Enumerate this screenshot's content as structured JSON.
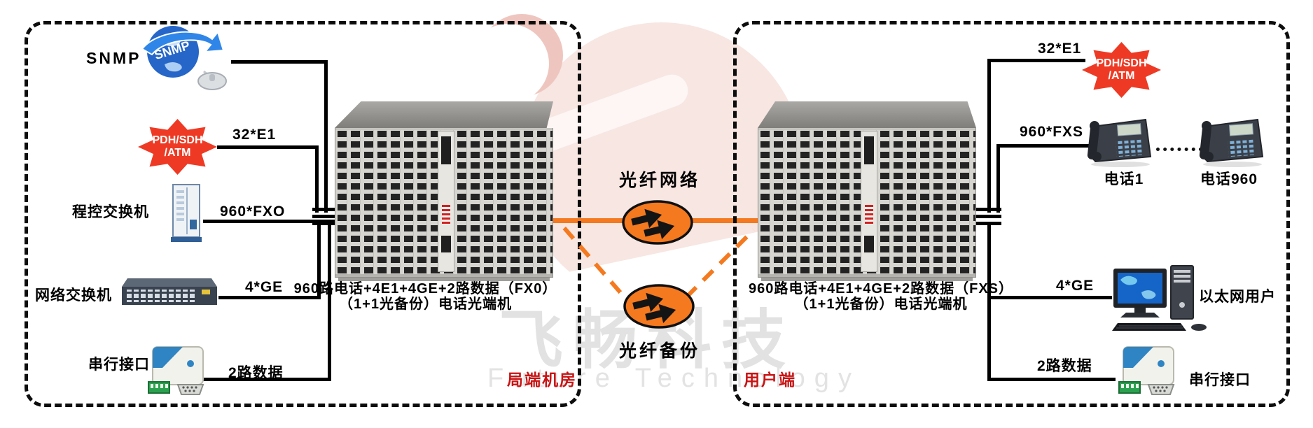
{
  "watermark": {
    "cn_text": "飞畅科技",
    "en_text": "Future Technology"
  },
  "center": {
    "fiber_main_label": "光纤网络",
    "fiber_backup_label": "光纤备份"
  },
  "office_side": {
    "zone_label": "局端机房",
    "snmp_label": "SNMP",
    "star_line1": "PDH/SDH",
    "star_line2": "/ATM",
    "e1_link_label": "32*E1",
    "pbx_label": "程控交换机",
    "fxo_link_label": "960*FXO",
    "lan_switch_label": "网络交换机",
    "ge_link_label": "4*GE",
    "serial_label": "串行接口",
    "data_link_label": "2路数据",
    "chassis_caption_line1": "960路电话+4E1+4GE+2路数据（FX0）",
    "chassis_caption_line2": "（1+1光备份）电话光端机"
  },
  "user_side": {
    "zone_label": "用户端",
    "e1_link_label": "32*E1",
    "star_line1": "PDH/SDH",
    "star_line2": "/ATM",
    "fxs_link_label": "960*FXS",
    "phone_first_label": "电话1",
    "phone_last_label": "电话960",
    "ge_link_label": "4*GE",
    "ethernet_user_label": "以太网用户",
    "data_link_label": "2路数据",
    "serial_label": "串行接口",
    "chassis_caption_line1": "960路电话+4E1+4GE+2路数据（FXS）",
    "chassis_caption_line2": "（1+1光备份）电话光端机"
  },
  "icons": {
    "snmp": "globe-with-mouse-icon",
    "pdh_sdh_atm": "starburst-badge",
    "pbx": "telecom-cabinet-icon",
    "lan_switch": "ethernet-switch-icon",
    "serial": "serial-converter-icon",
    "phone": "ip-phone-icon",
    "ethernet_user": "desktop-computer-icon",
    "fiber_node": "dual-arrow-ellipse-icon"
  },
  "colors": {
    "fiber_orange": "#f4791f",
    "starburst_red": "#ee3a24",
    "zone_label_red": "#c81414",
    "line_black": "#000000",
    "watermark_pink": "#f7e6e2"
  }
}
